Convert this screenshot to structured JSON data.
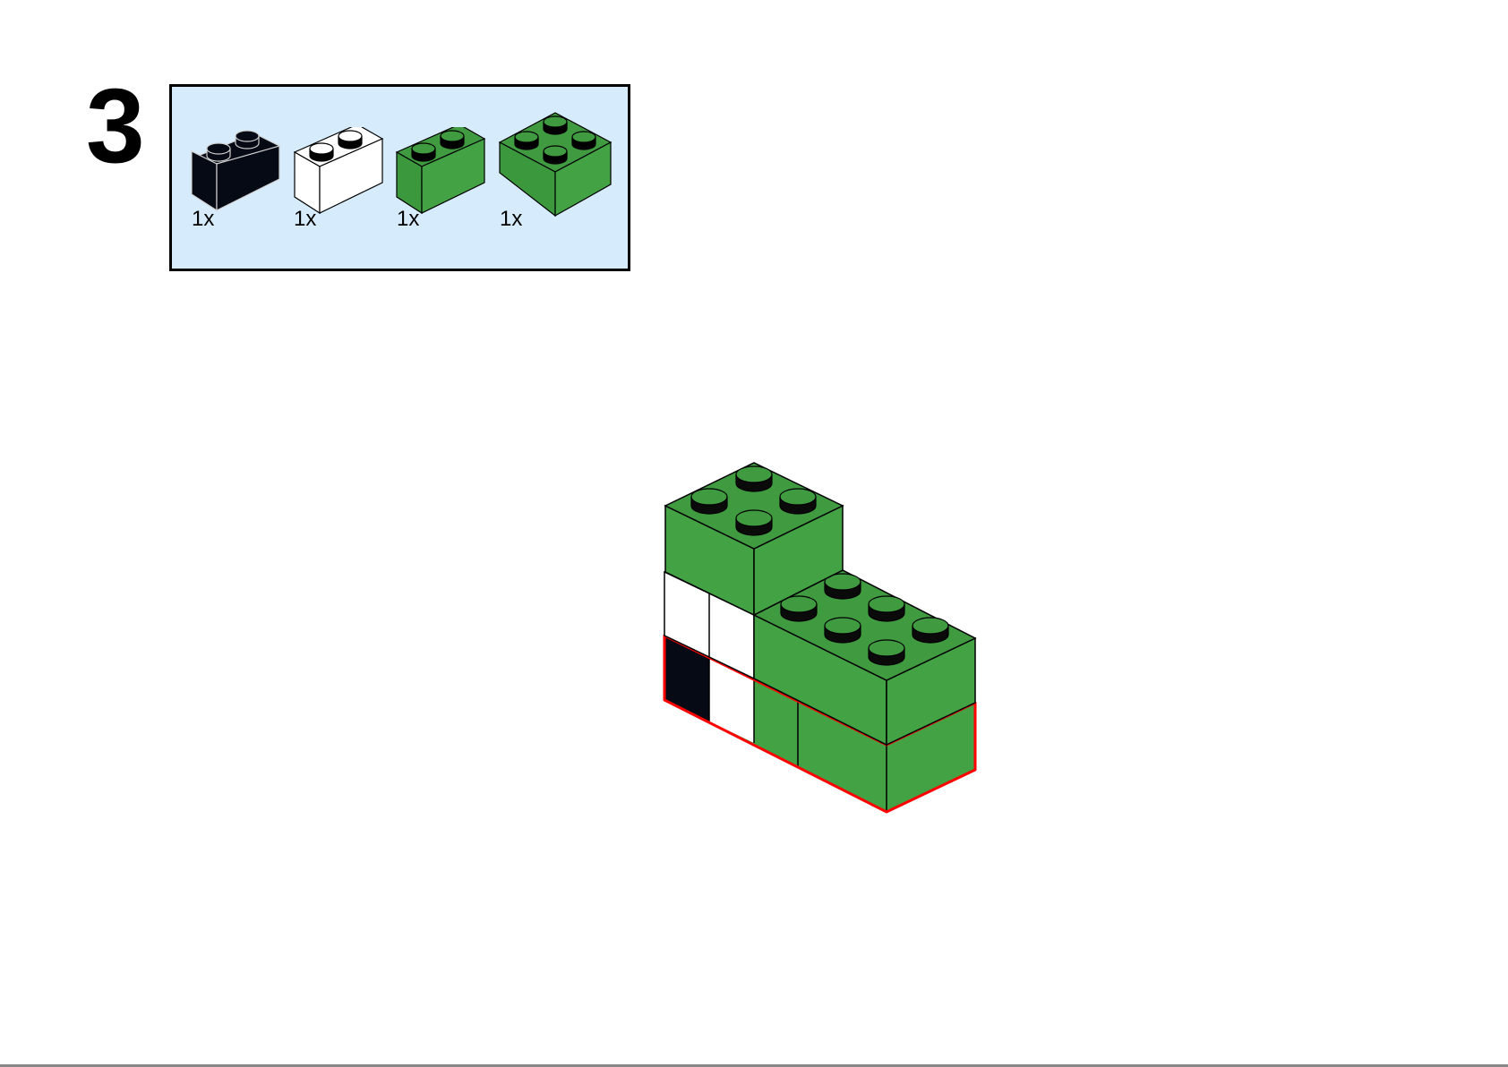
{
  "step": {
    "number": "3"
  },
  "parts_list": {
    "background": "#d6ecfc",
    "parts": [
      {
        "name": "brick-1x2-black",
        "color": "#050a14",
        "edge": "#d0d0d0",
        "size": "1x2",
        "qty": "1x"
      },
      {
        "name": "brick-1x2-white",
        "color": "#ffffff",
        "edge": "#000000",
        "size": "1x2",
        "qty": "1x"
      },
      {
        "name": "brick-1x2-green",
        "color": "#43a244",
        "edge": "#000000",
        "size": "1x2",
        "qty": "1x"
      },
      {
        "name": "brick-2x2-green",
        "color": "#43a244",
        "edge": "#000000",
        "size": "2x2",
        "qty": "1x"
      }
    ]
  },
  "model": {
    "highlight_color": "#ff0000",
    "green": "#43a244",
    "stud_dark": "#0a0a0a",
    "black": "#050a14",
    "white": "#ffffff"
  }
}
